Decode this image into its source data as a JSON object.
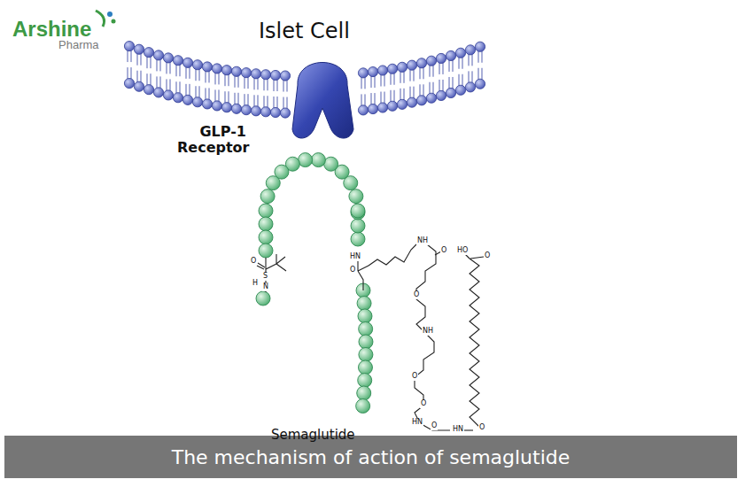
{
  "diagram": {
    "title": "Islet Cell",
    "caption": "The mechanism of action of semaglutide",
    "labels": [
      "Arshine",
      "Pharma",
      "GLP-1 Receptor",
      "Semaglutide",
      "O",
      "S",
      "H",
      "N",
      "HN",
      "O",
      "NH",
      "O",
      "O",
      "NH",
      "O",
      "O",
      "HN",
      "O",
      "HO",
      "O",
      "HN",
      "O"
    ]
  }
}
